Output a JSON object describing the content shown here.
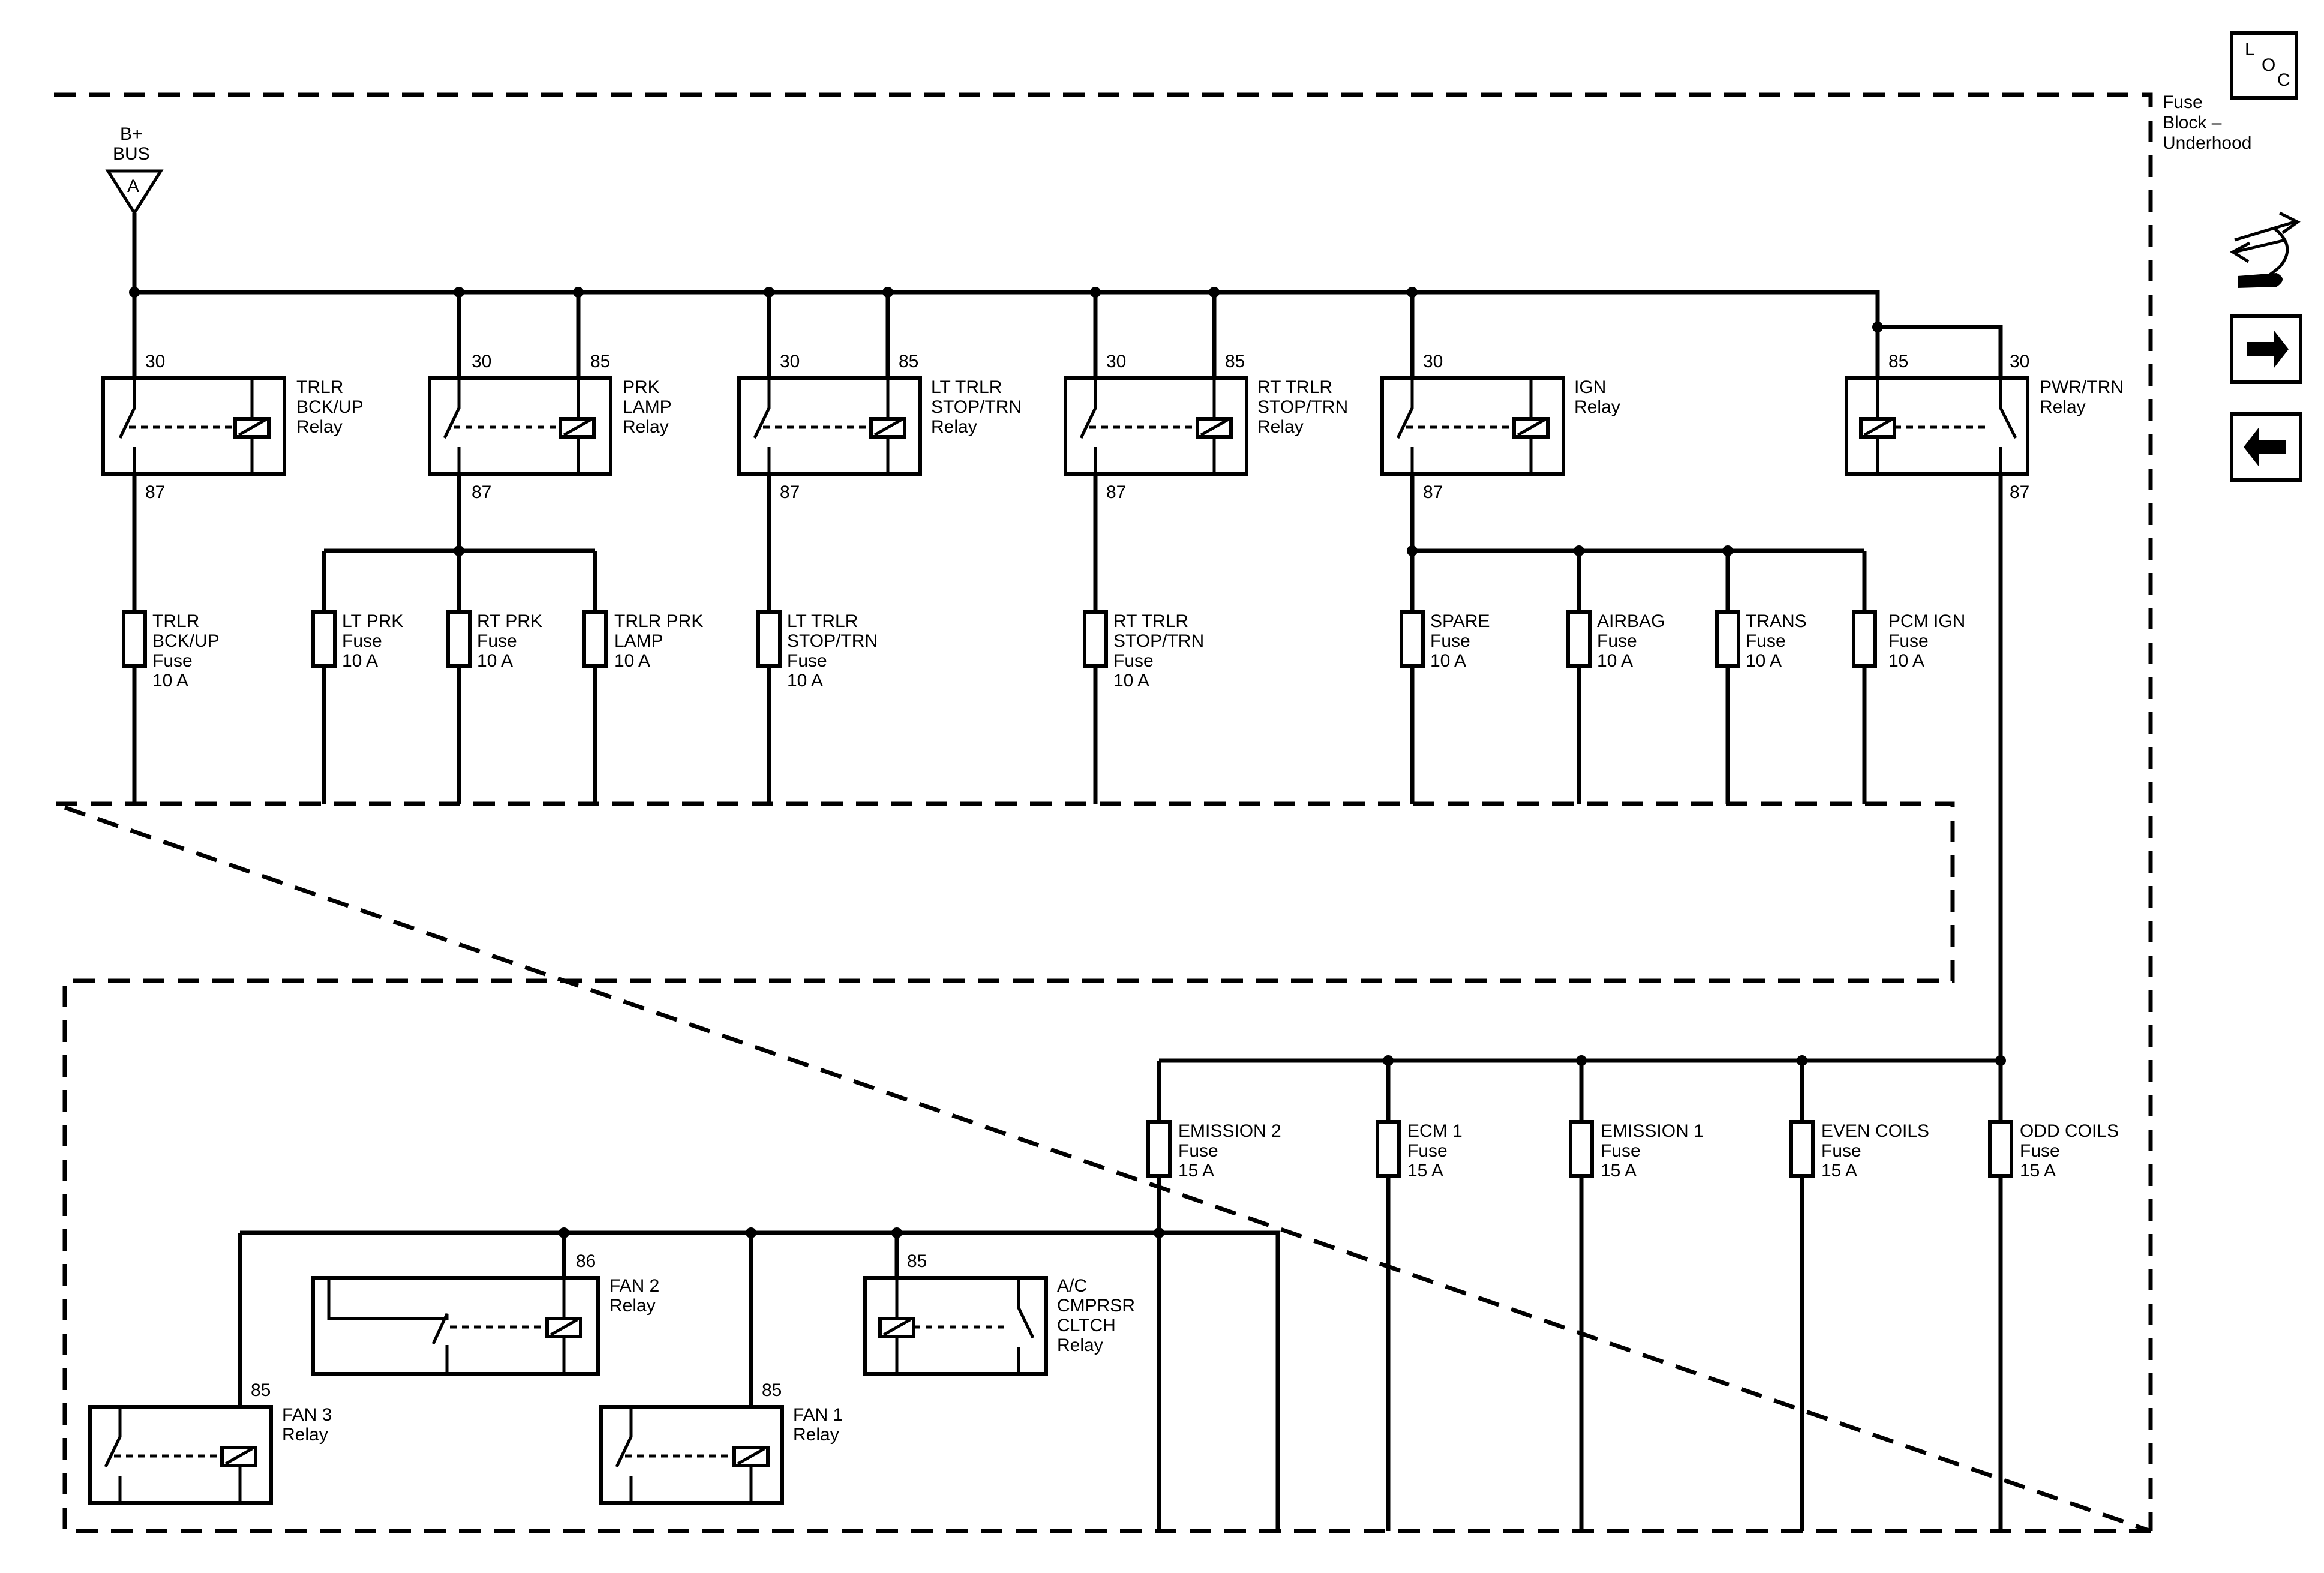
{
  "block": {
    "line1": "Fuse",
    "line2": "Block –",
    "line3": "Underhood"
  },
  "loc": {
    "l": "L",
    "o": "O",
    "c": "C"
  },
  "bus": {
    "line1": "B+",
    "line2": "BUS",
    "connector": "A"
  },
  "nav_icons": {
    "schematic": "wrench-wire-icon",
    "next": "right-arrow-icon",
    "prev": "left-arrow-icon"
  },
  "relays": {
    "trlr_bckup": {
      "l1": "TRLR",
      "l2": "BCK/UP",
      "l3": "Relay",
      "p30": "30",
      "p87": "87"
    },
    "prk_lamp": {
      "l1": "PRK",
      "l2": "LAMP",
      "l3": "Relay",
      "p30": "30",
      "p85": "85",
      "p87": "87"
    },
    "lt_trlr": {
      "l1": "LT TRLR",
      "l2": "STOP/TRN",
      "l3": "Relay",
      "p30": "30",
      "p85": "85",
      "p87": "87"
    },
    "rt_trlr": {
      "l1": "RT TRLR",
      "l2": "STOP/TRN",
      "l3": "Relay",
      "p30": "30",
      "p85": "85",
      "p87": "87"
    },
    "ign": {
      "l1": "IGN",
      "l2": "Relay",
      "p30": "30",
      "p87": "87"
    },
    "pwr_trn": {
      "l1": "PWR/TRN",
      "l2": "Relay",
      "p85": "85",
      "p30": "30",
      "p87": "87"
    },
    "fan2": {
      "l1": "FAN 2",
      "l2": "Relay",
      "p86": "86"
    },
    "ac": {
      "l1": "A/C",
      "l2": "CMPRSR",
      "l3": "CLTCH",
      "l4": "Relay",
      "p85": "85"
    },
    "fan3": {
      "l1": "FAN 3",
      "l2": "Relay",
      "p85": "85"
    },
    "fan1": {
      "l1": "FAN 1",
      "l2": "Relay",
      "p85": "85"
    }
  },
  "fuses": {
    "trlr_bckup": {
      "l1": "TRLR",
      "l2": "BCK/UP",
      "l3": "Fuse",
      "l4": "10 A"
    },
    "lt_prk": {
      "l1": "LT PRK",
      "l2": "Fuse",
      "l3": "10 A"
    },
    "rt_prk": {
      "l1": "RT PRK",
      "l2": "Fuse",
      "l3": "10 A"
    },
    "trlr_prk": {
      "l1": "TRLR PRK",
      "l2": "LAMP",
      "l3": "10 A"
    },
    "lt_trlr": {
      "l1": "LT TRLR",
      "l2": "STOP/TRN",
      "l3": "Fuse",
      "l4": "10 A"
    },
    "rt_trlr": {
      "l1": "RT TRLR",
      "l2": "STOP/TRN",
      "l3": "Fuse",
      "l4": "10 A"
    },
    "spare": {
      "l1": "SPARE",
      "l2": "Fuse",
      "l3": "10 A"
    },
    "airbag": {
      "l1": "AIRBAG",
      "l2": "Fuse",
      "l3": "10 A"
    },
    "trans": {
      "l1": "TRANS",
      "l2": "Fuse",
      "l3": "10 A"
    },
    "pcm_ign": {
      "l1": "PCM IGN",
      "l2": "Fuse",
      "l3": "10 A"
    },
    "emission2": {
      "l1": "EMISSION 2",
      "l2": "Fuse",
      "l3": "15 A"
    },
    "ecm1": {
      "l1": "ECM 1",
      "l2": "Fuse",
      "l3": "15 A"
    },
    "emission1": {
      "l1": "EMISSION 1",
      "l2": "Fuse",
      "l3": "15 A"
    },
    "even_coils": {
      "l1": "EVEN COILS",
      "l2": "Fuse",
      "l3": "15 A"
    },
    "odd_coils": {
      "l1": "ODD COILS",
      "l2": "Fuse",
      "l3": "15 A"
    }
  }
}
